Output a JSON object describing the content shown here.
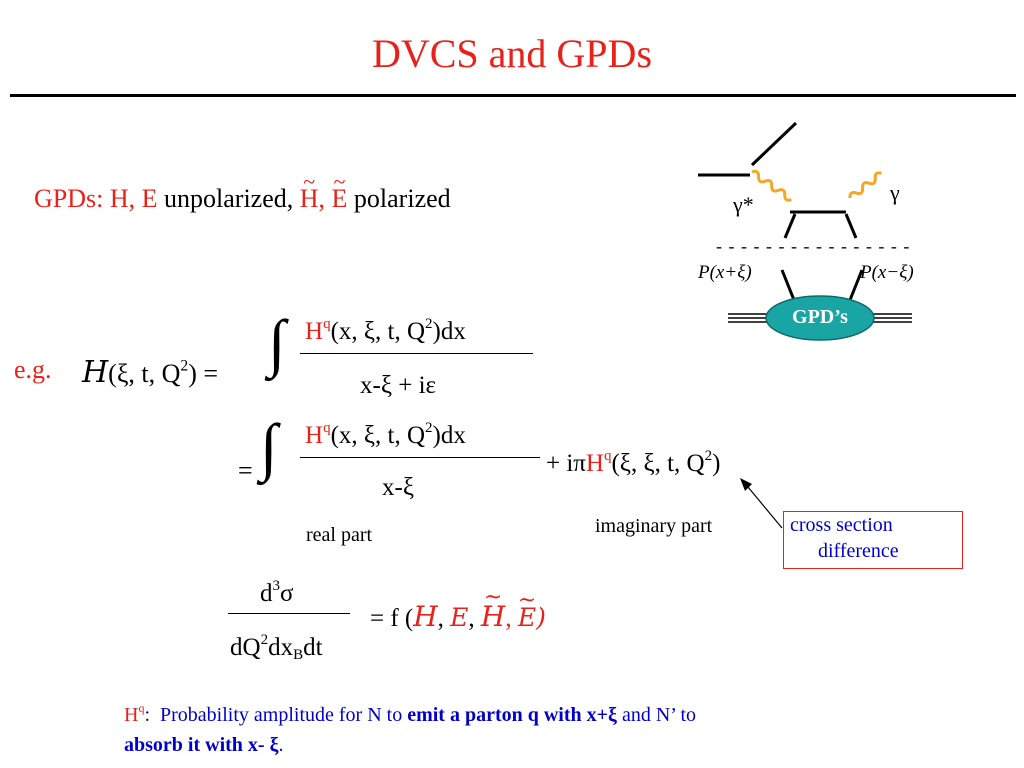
{
  "title": "DVCS and GPDs",
  "gpds_line": {
    "label": "GPDs: H, E",
    "unpolarized": "unpolarized,",
    "tilde_h": "H",
    "comma": ",",
    "tilde_e": "E",
    "polarized": "polarized"
  },
  "eq1": {
    "eg": "e.g.",
    "lhs_script": "H",
    "lhs_args": "(ξ, t, Q",
    "lhs_exp": "2",
    "lhs_close": ") =",
    "integral": "∫",
    "num_h": "H",
    "num_q": "q",
    "num_args": "(x, ξ, t, Q",
    "num_exp": "2",
    "num_tail": ")dx",
    "den": "x-ξ + iε"
  },
  "eq2": {
    "equals": "=",
    "integral": "∫",
    "num_h": "H",
    "num_q": "q",
    "num_args": "(x, ξ, t, Q",
    "num_exp": "2",
    "num_tail": ")dx",
    "den": "x-ξ",
    "plus_ipi": "+ iπ",
    "h": "H",
    "q": "q",
    "args": "(ξ, ξ, t, Q",
    "exp": "2",
    "close": ")"
  },
  "labels": {
    "real_part": "real part",
    "imaginary_part": "imaginary part",
    "cross_section_line1": "cross section",
    "cross_section_line2": "difference"
  },
  "eq3": {
    "num_d": "d",
    "num_exp": "3",
    "num_sigma": "σ",
    "den_a": "dQ",
    "den_exp": "2",
    "den_b": "dx",
    "den_sub": "B",
    "den_c": "dt",
    "rhs": "= f (",
    "s1": "H",
    "c1": ",",
    "s2": "E",
    "c2": ",",
    "s3": "H",
    "c3": ",",
    "s4": "E",
    "close": ")"
  },
  "diagram": {
    "gamma_star": "γ*",
    "gamma": "γ",
    "p_left": "P(x+ξ)",
    "p_right": "P(x−ξ)",
    "gpd_label": "GPD’s",
    "dashes": "- - - - - - - - - - - - - - - -",
    "wavy_color": "#f5a623",
    "blob_color": "#1aa5a5"
  },
  "footnote": {
    "h": "H",
    "q": "q",
    "text1": ":  Probability amplitude for N to ",
    "bold1": "emit a parton q with x+ξ",
    "text2": " and N’ to",
    "bold2": "absorb it with x- ξ",
    "text3": "."
  }
}
